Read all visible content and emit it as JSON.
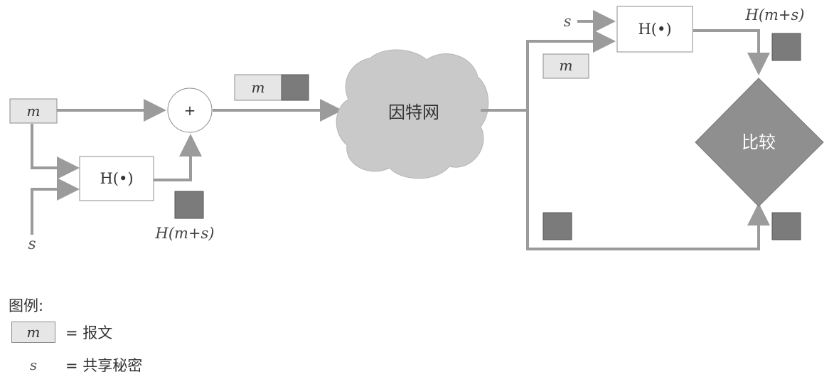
{
  "sender": {
    "message_label": "m",
    "secret_label": "s",
    "hash_label": "H(•)",
    "plus_label": "+",
    "hash_output_label": "H(m+s)"
  },
  "transmitted": {
    "message_label": "m"
  },
  "network": {
    "label": "因特网"
  },
  "receiver": {
    "secret_label": "s",
    "hash_label": "H(•)",
    "hash_output_label": "H(m+s)",
    "message_label": "m",
    "compare_label": "比较"
  },
  "legend": {
    "title": "图例:",
    "message_symbol": "m",
    "message_meaning": "= 报文",
    "secret_symbol": "s",
    "secret_meaning": "= 共享秘密"
  },
  "colors": {
    "arrow": "#9b9b9b",
    "message_box": "#e6e6e6",
    "hash_block": "#7b7b7b",
    "cloud": "#c9c9c9",
    "diamond": "#8f8f8f"
  }
}
